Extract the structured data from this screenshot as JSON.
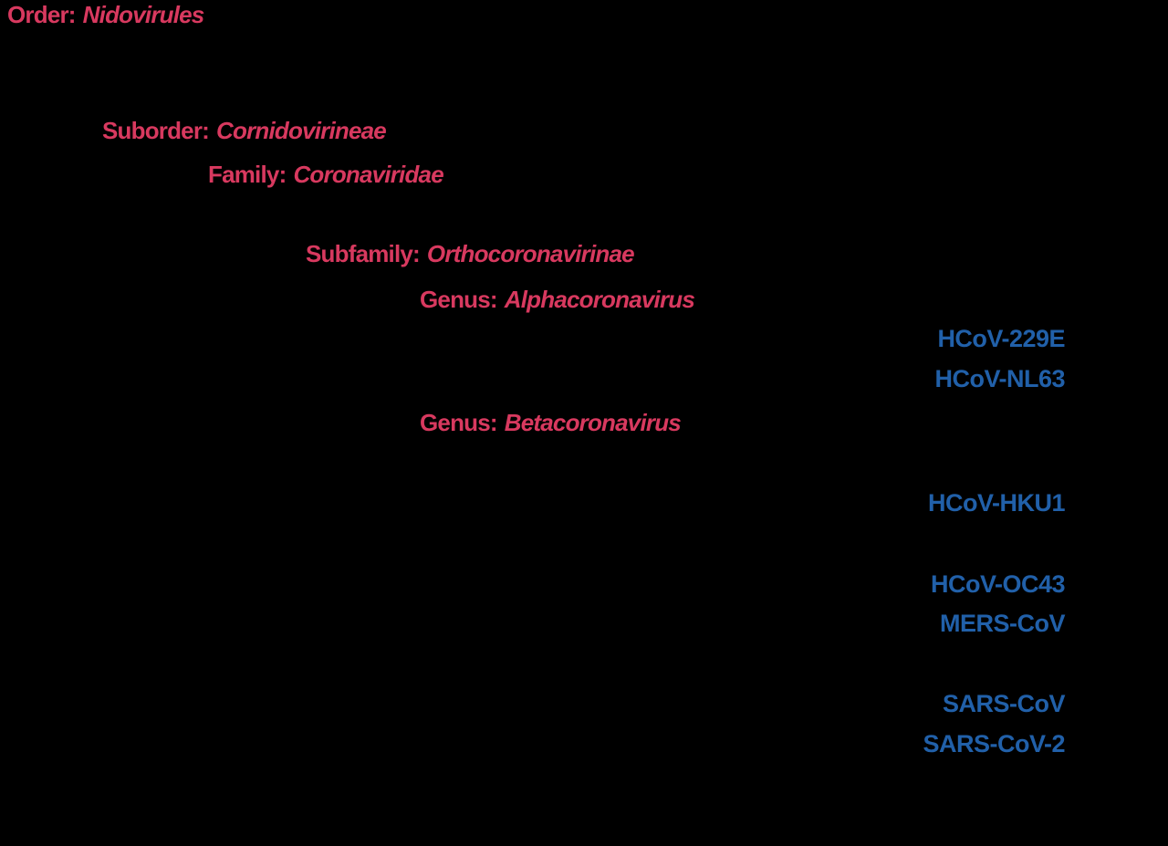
{
  "colors": {
    "background": "#000000",
    "rank_text": "#D8395F",
    "virus_text": "#2160A9"
  },
  "taxonomy": {
    "order": {
      "rank": "Order:",
      "name": "Nidovirules"
    },
    "suborder": {
      "rank": "Suborder:",
      "name": "Cornidovirineae"
    },
    "family": {
      "rank": "Family:",
      "name": "Coronaviridae"
    },
    "subfamily": {
      "rank": "Subfamily:",
      "name": "Orthocoronavirinae"
    },
    "genus_alpha": {
      "rank": "Genus:",
      "name": "Alphacoronavirus"
    },
    "genus_beta": {
      "rank": "Genus:",
      "name": "Betacoronavirus"
    }
  },
  "viruses": {
    "alphacoronavirus": [
      "HCoV-229E",
      "HCoV-NL63"
    ],
    "betacoronavirus": [
      "HCoV-HKU1",
      "HCoV-OC43",
      "MERS-CoV",
      "SARS-CoV",
      "SARS-CoV-2"
    ]
  }
}
